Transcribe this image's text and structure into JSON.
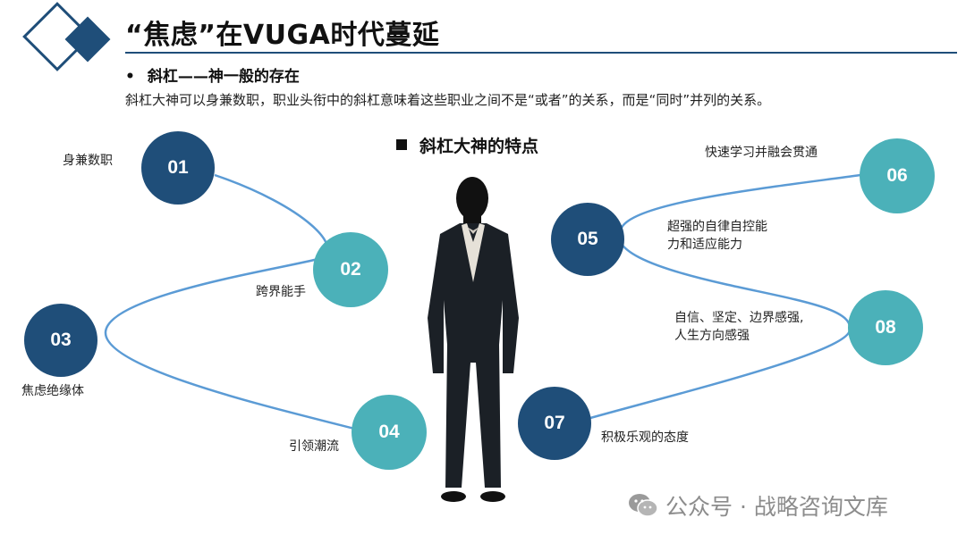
{
  "header": {
    "title": "“焦虑”在VUGA时代蔓延",
    "bullet_marker": "•",
    "bullet": "斜杠——神一般的存在",
    "description": "斜杠大神可以身兼数职，职业头衔中的斜杠意味着这些职业之间不是“或者”的关系，而是“同时”并列的关系。"
  },
  "diagram": {
    "subtitle": "斜杠大神的特点",
    "nodes": [
      {
        "num": "01",
        "label": "身兼数职"
      },
      {
        "num": "02",
        "label": "跨界能手"
      },
      {
        "num": "03",
        "label": "焦虑绝缘体"
      },
      {
        "num": "04",
        "label": "引领潮流"
      },
      {
        "num": "05",
        "label_line1": "超强的自律自控能",
        "label_line2": "力和适应能力"
      },
      {
        "num": "06",
        "label": "快速学习并融会贯通"
      },
      {
        "num": "07",
        "label": "积极乐观的态度"
      },
      {
        "num": "08",
        "label_line1": "自信、坚定、边界感强,",
        "label_line2": "人生方向感强"
      }
    ]
  },
  "colors": {
    "dark": "#1f4e79",
    "teal": "#4bb1b9",
    "line": "#5b9bd5"
  },
  "watermark": "公众号 · 战略咨询文库"
}
